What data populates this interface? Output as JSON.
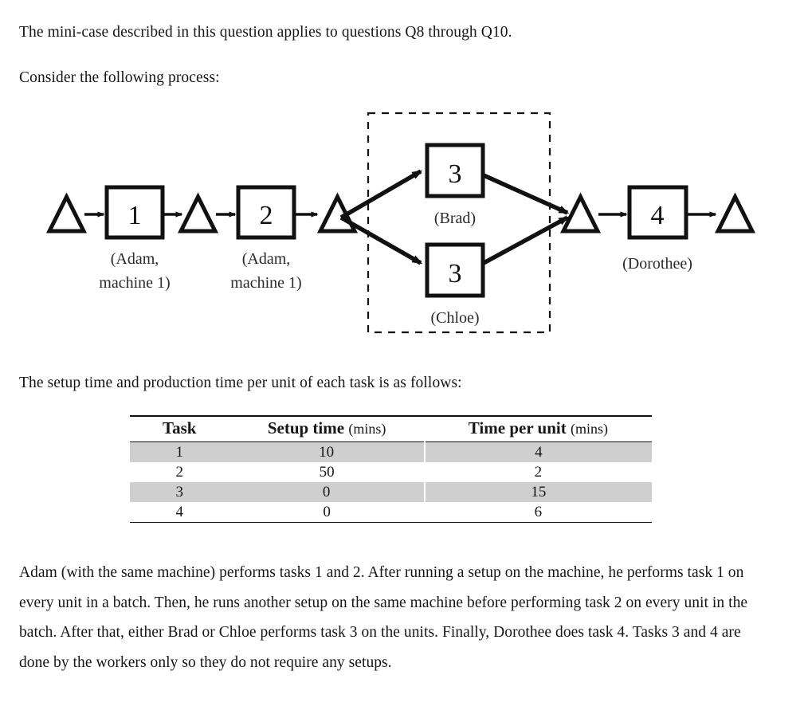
{
  "document": {
    "intro_line": "The mini-case described in this question applies to questions Q8 through Q10.",
    "consider_line": "Consider the following process:",
    "setup_intro_line": "The setup time and production time per unit of each task is as follows:",
    "closing_paragraph": "Adam (with the same machine) performs tasks 1 and 2.  After running a setup on the machine, he performs task 1 on every unit in a batch. Then, he runs another setup on the same machine before performing task 2 on every unit in the batch.  After that, either Brad or Chloe performs task 3 on the units.  Finally, Dorothee does task 4.  Tasks 3 and 4 are done by the workers only so they do not require any setups."
  },
  "diagram": {
    "tasks": [
      {
        "id": "task-1",
        "number": "1",
        "resource_line1": "(Adam,",
        "resource_line2": "machine 1)"
      },
      {
        "id": "task-2",
        "number": "2",
        "resource_line1": "(Adam,",
        "resource_line2": "machine 1)"
      },
      {
        "id": "task-3-brad",
        "number": "3",
        "resource_line1": "(Brad)",
        "resource_line2": ""
      },
      {
        "id": "task-3-chloe",
        "number": "3",
        "resource_line1": "(Chloe)",
        "resource_line2": ""
      },
      {
        "id": "task-4",
        "number": "4",
        "resource_line1": "(Dorothee)",
        "resource_line2": ""
      }
    ],
    "buffer_count": 5,
    "parallel_group_style": "dashed",
    "stroke_color": "#111111",
    "fill_color": "#ffffff"
  },
  "table": {
    "columns": [
      {
        "title": "Task",
        "unit": ""
      },
      {
        "title": "Setup time",
        "unit": "(mins)"
      },
      {
        "title": "Time per unit",
        "unit": "(mins)"
      }
    ],
    "rows": [
      {
        "task": "1",
        "setup_time": "10",
        "time_per_unit": "4",
        "shaded": true
      },
      {
        "task": "2",
        "setup_time": "50",
        "time_per_unit": "2",
        "shaded": false
      },
      {
        "task": "3",
        "setup_time": "0",
        "time_per_unit": "15",
        "shaded": true
      },
      {
        "task": "4",
        "setup_time": "0",
        "time_per_unit": "6",
        "shaded": false
      }
    ],
    "shade_color": "#cfcfcf"
  }
}
